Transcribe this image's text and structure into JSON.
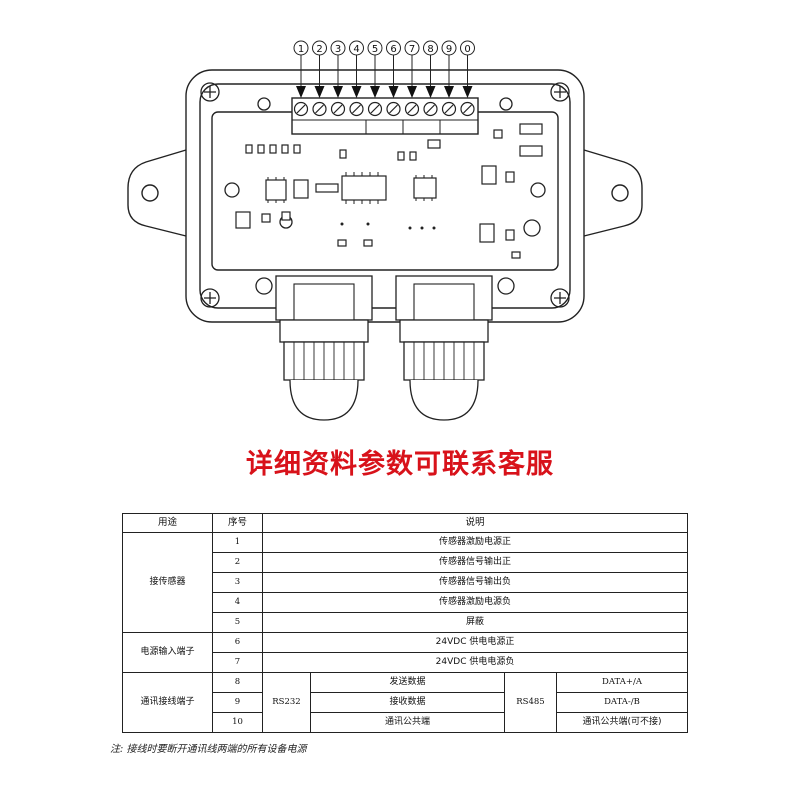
{
  "diagram": {
    "terminal_numbers": [
      "1",
      "2",
      "3",
      "4",
      "5",
      "6",
      "7",
      "8",
      "9",
      "0"
    ]
  },
  "banner": "详细资料参数可联系客服",
  "table": {
    "headers": [
      "用途",
      "序号",
      "说明"
    ],
    "groups": {
      "sensor": "接传感器",
      "power": "电源输入端子",
      "comm": "通讯接线端子"
    },
    "rows": [
      {
        "no": "1",
        "desc": "传感器激励电源正"
      },
      {
        "no": "2",
        "desc": "传感器信号输出正"
      },
      {
        "no": "3",
        "desc": "传感器信号输出负"
      },
      {
        "no": "4",
        "desc": "传感器激励电源负"
      },
      {
        "no": "5",
        "desc": "屏蔽"
      },
      {
        "no": "6",
        "desc": "24VDC 供电电源正"
      },
      {
        "no": "7",
        "desc": "24VDC 供电电源负"
      }
    ],
    "comm_rows": [
      {
        "no": "8",
        "rs232_desc": "发送数据",
        "rs485_desc": "DATA+/A"
      },
      {
        "no": "9",
        "rs232_desc": "接收数据",
        "rs485_desc": "DATA-/B"
      },
      {
        "no": "10",
        "rs232_desc": "通讯公共端",
        "rs485_desc": "通讯公共端(可不接)"
      }
    ],
    "rs232": "RS232",
    "rs485": "RS485"
  },
  "note": "注: 接线时要断开通讯线两端的所有设备电源"
}
